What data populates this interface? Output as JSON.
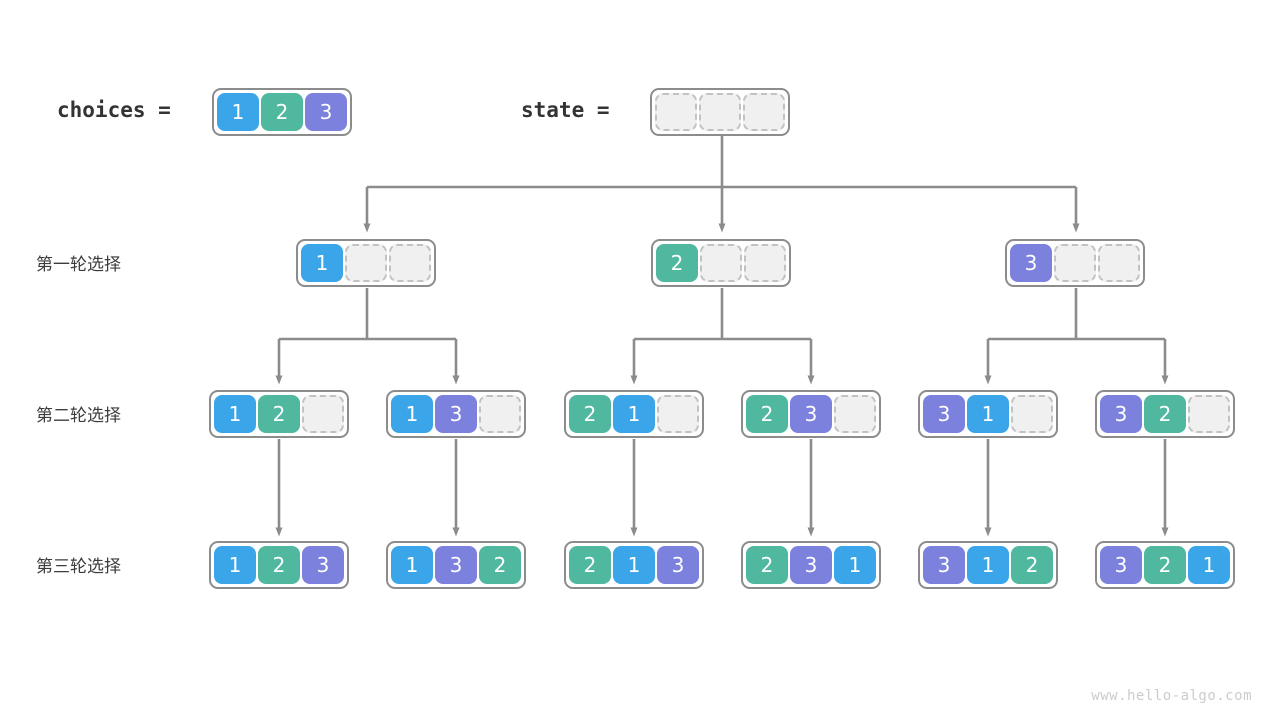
{
  "header": {
    "choices_label": "choices =",
    "state_label": "state =",
    "choices": [
      1,
      2,
      3
    ],
    "state": [
      "",
      "",
      ""
    ]
  },
  "rows": [
    {
      "label": "第一轮选择"
    },
    {
      "label": "第二轮选择"
    },
    {
      "label": "第三轮选择"
    }
  ],
  "level1": [
    {
      "cells": [
        1,
        "",
        ""
      ]
    },
    {
      "cells": [
        2,
        "",
        ""
      ]
    },
    {
      "cells": [
        3,
        "",
        ""
      ]
    }
  ],
  "level2": [
    {
      "cells": [
        1,
        2,
        ""
      ]
    },
    {
      "cells": [
        1,
        3,
        ""
      ]
    },
    {
      "cells": [
        2,
        1,
        ""
      ]
    },
    {
      "cells": [
        2,
        3,
        ""
      ]
    },
    {
      "cells": [
        3,
        1,
        ""
      ]
    },
    {
      "cells": [
        3,
        2,
        ""
      ]
    }
  ],
  "level3": [
    {
      "cells": [
        1,
        2,
        3
      ]
    },
    {
      "cells": [
        1,
        3,
        2
      ]
    },
    {
      "cells": [
        2,
        1,
        3
      ]
    },
    {
      "cells": [
        2,
        3,
        1
      ]
    },
    {
      "cells": [
        3,
        1,
        2
      ]
    },
    {
      "cells": [
        3,
        2,
        1
      ]
    }
  ],
  "colors": {
    "value_1": "#3aa5e8",
    "value_2": "#50b89e",
    "value_3": "#7b81dd",
    "empty_cell": "#f0f0f0",
    "node_border": "#8c8c8c",
    "connector": "#8c8c8c",
    "text": "#3c3c3c"
  },
  "watermark": "www.hello-algo.com"
}
